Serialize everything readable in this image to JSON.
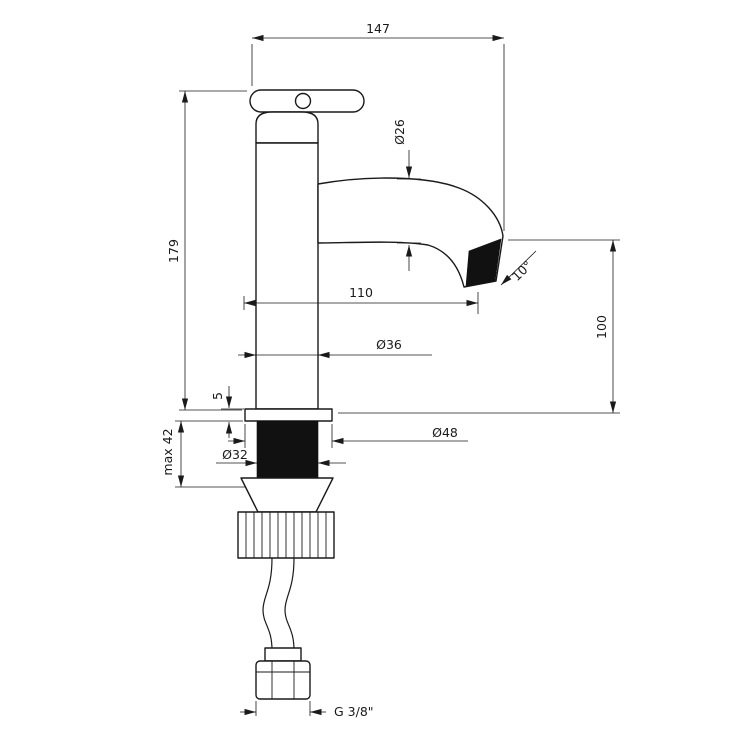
{
  "canvas": {
    "background": "#ffffff",
    "line_color": "#1a1a1a"
  },
  "drawing": {
    "dims": {
      "overall_depth": "147",
      "spout_tube_diameter": "Ø26",
      "total_height": "179",
      "spout_reach": "110",
      "spout_angle": "10°",
      "spout_height": "100",
      "body_diameter": "Ø36",
      "base_plate_height": "5",
      "base_diameter": "Ø48",
      "shank_diameter": "Ø32",
      "max_deck_thickness": "max 42",
      "thread": "G 3/8\""
    }
  }
}
